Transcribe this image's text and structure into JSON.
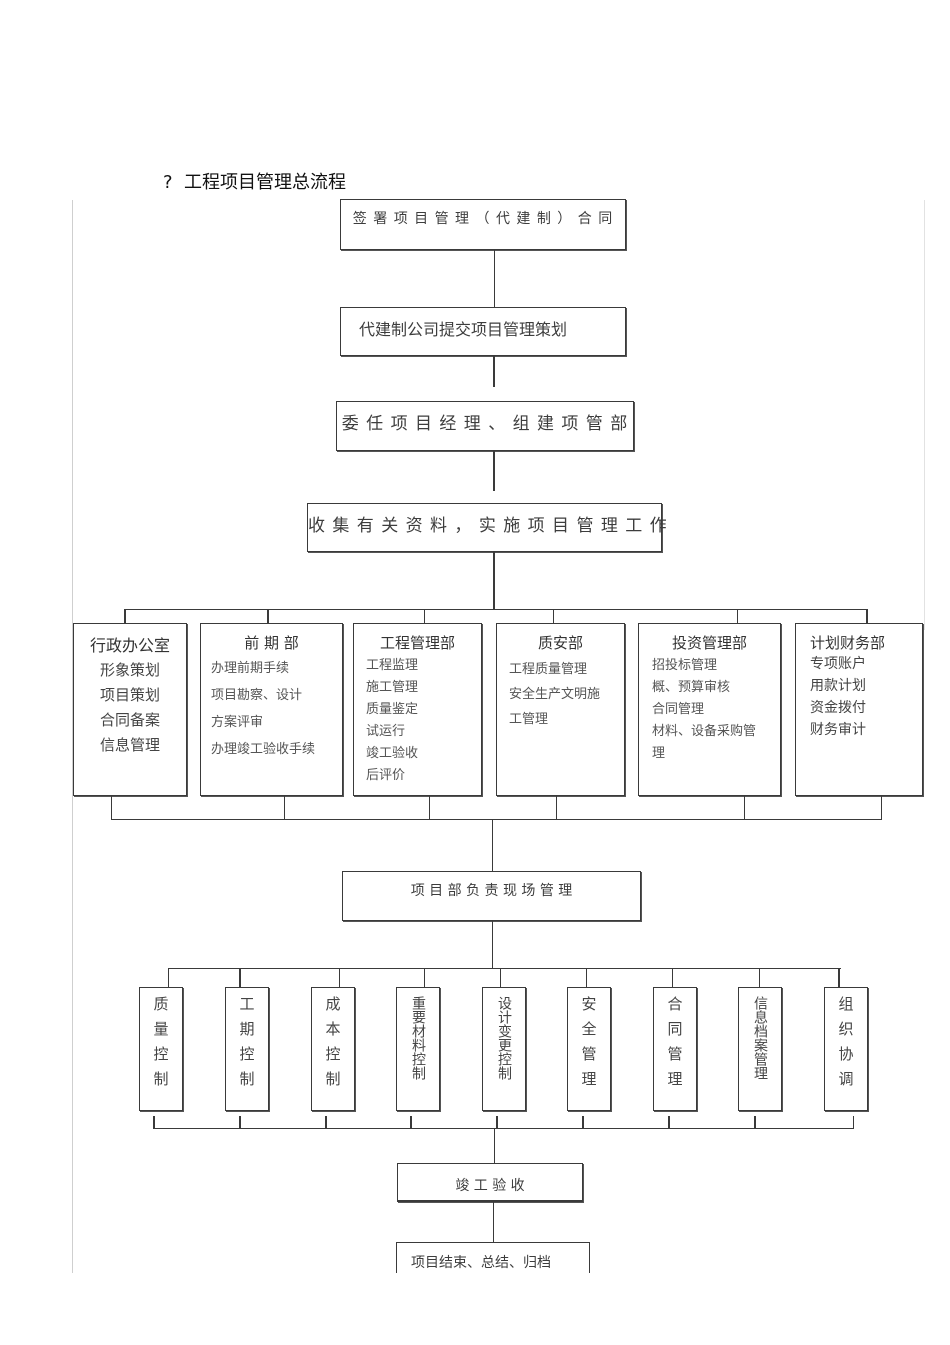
{
  "document": {
    "title_bullet": "?",
    "title": "工程项目管理总流程"
  },
  "flow": {
    "step1": "签 署 项 目 管 理 （ 代 建 制 ） 合 同",
    "step2": "代建制公司提交项目管理策划",
    "step3": "委 任 项 目 经 理 、 组 建 项 管 部",
    "step4": "收 集 有 关 资 料 ， 实 施 项 目 管 理 工 作",
    "site_management": "项  目  部  负  责  现  场  管  理",
    "completion_acceptance": "竣  工  验  收",
    "closeout": "项目结束、总结、归档"
  },
  "departments": [
    {
      "title": "行政办公室",
      "items": [
        "形象策划",
        "项目策划",
        "合同备案",
        "信息管理"
      ]
    },
    {
      "title": "前 期 部",
      "items": [
        "办理前期手续",
        "项目勘察、设计",
        "方案评审",
        "办理竣工验收手续"
      ]
    },
    {
      "title": "工程管理部",
      "items": [
        "工程监理",
        "施工管理",
        "质量鉴定",
        "试运行",
        "竣工验收",
        "后评价"
      ]
    },
    {
      "title": "质安部",
      "items": [
        "工程质量管理",
        "安全生产文明施",
        "工管理"
      ]
    },
    {
      "title": "投资管理部",
      "items": [
        "招投标管理",
        "概、预算审核",
        "合同管理",
        "材料、设备采购管",
        "理"
      ]
    },
    {
      "title": "计划财务部",
      "items": [
        "专项账户",
        "用款计划",
        "资金拨付",
        "财务审计"
      ]
    }
  ],
  "controls": [
    "质量控制",
    "工期控制",
    "成本控制",
    "重要材料控制",
    "设计变更控制",
    "安全管理",
    "合同管理",
    "信息档案管理",
    "组织协调"
  ]
}
